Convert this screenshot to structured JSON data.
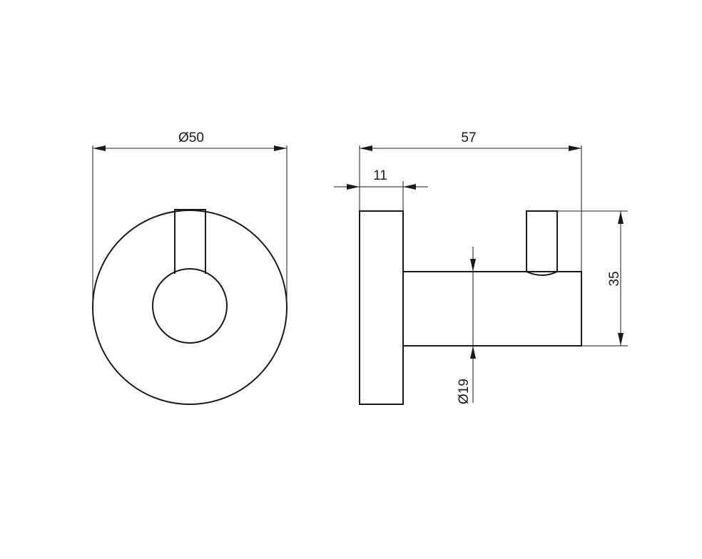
{
  "dimensions": {
    "outer_diameter": "Ø50",
    "total_depth": "57",
    "base_thickness": "11",
    "hook_height": "35",
    "stem_diameter": "Ø19"
  }
}
